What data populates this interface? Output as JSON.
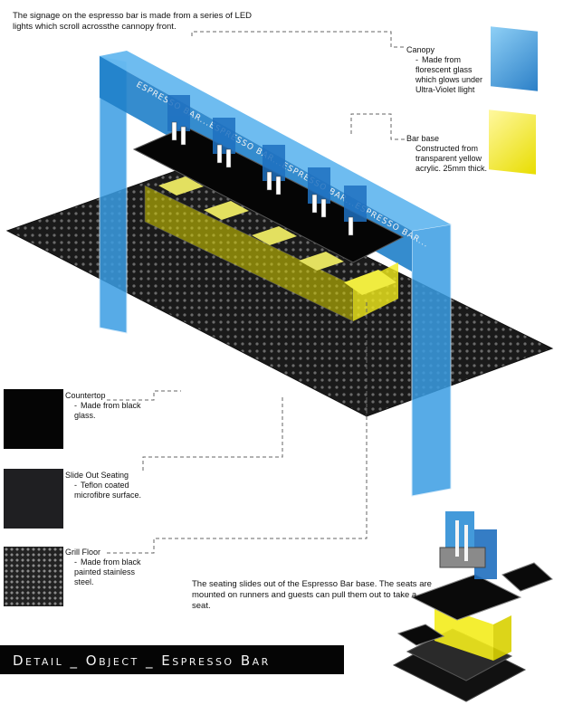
{
  "intro_text": "The signage on the espresso bar is made from a series of LED lights which scroll acrossthe cannopy front.",
  "signage_text": "ESPRESSO BAR...ESPRESSO BAR...ESPRESSO BAR...ESPRESSO BAR...",
  "callouts": {
    "canopy": {
      "title": "Canopy",
      "dash": "-",
      "body": "Made from florescent glass which glows under Ultra-Violet llight"
    },
    "bar_base": {
      "title": "Bar base",
      "body": "Constructed from transparent yellow acrylic. 25mm thick."
    },
    "countertop": {
      "title": "Countertop",
      "dash": "-",
      "body": "Made from black glass."
    },
    "seating": {
      "title": "Slide Out Seating",
      "dash": "-",
      "body": "Teflon coated microfibre surface."
    },
    "floor": {
      "title": "Grill Floor",
      "dash": "-",
      "body": "Made from black painted stainless steel."
    }
  },
  "seating_note": "The seating slides out of the Espresso Bar base. The seats are mounted on runners and guests can pull them out to take a seat.",
  "title_bar": "Detail _ Object _ Espresso Bar",
  "colors": {
    "canopy_blue": "#2f8fd6",
    "acrylic_yellow": "#f3ec1c",
    "black_glass": "#050505",
    "microfibre": "#1f1f22",
    "grill": "#2a2a2a"
  }
}
